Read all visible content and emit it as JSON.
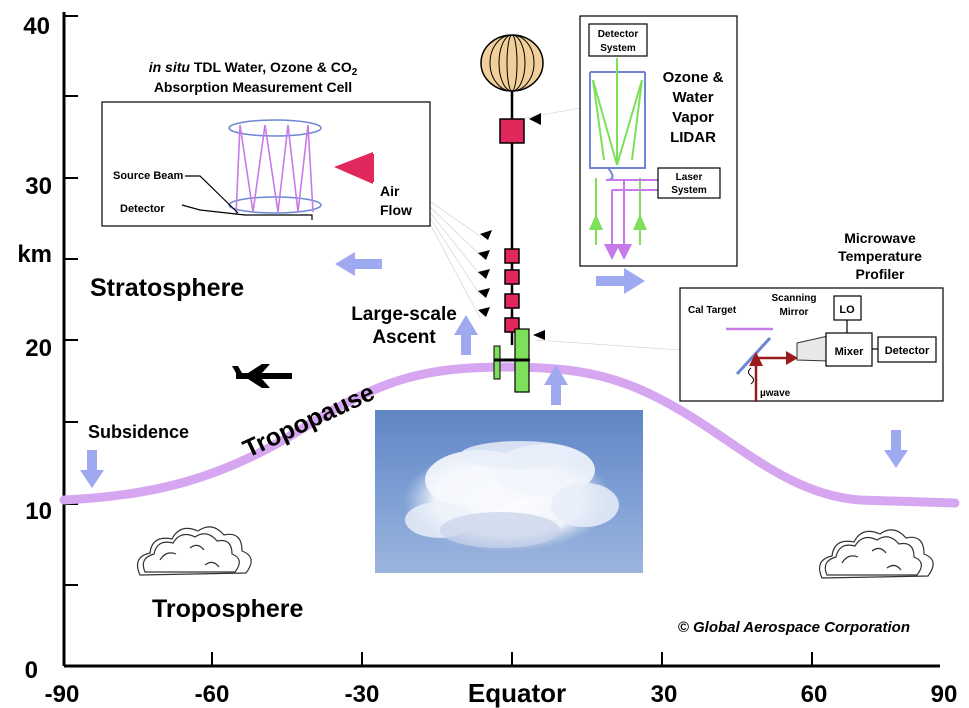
{
  "axes": {
    "y_ticks": [
      "0",
      "10",
      "20",
      "30",
      "40"
    ],
    "y_unit": "km",
    "x_ticks": [
      "-90",
      "-60",
      "-30",
      "Equator",
      "30",
      "60",
      "90"
    ]
  },
  "regions": {
    "stratosphere": "Stratosphere",
    "troposphere": "Troposphere",
    "tropopause": "Tropopause",
    "subsidence": "Subsidence",
    "ascent_line1": "Large-scale",
    "ascent_line2": "Ascent"
  },
  "tdl_cell": {
    "title_italic": "in situ",
    "title_rest": " TDL Water, Ozone & CO",
    "title_sub": "2",
    "title_line2": "Absorption Measurement Cell",
    "source_beam": "Source Beam",
    "detector": "Detector",
    "air": "Air",
    "flow": "Flow"
  },
  "lidar": {
    "detector_line1": "Detector",
    "detector_line2": "System",
    "title_line1": "Ozone &",
    "title_line2": "Water",
    "title_line3": "Vapor",
    "title_line4": "LIDAR",
    "laser_line1": "Laser",
    "laser_line2": "System"
  },
  "microwave": {
    "title_line1": "Microwave",
    "title_line2": "Temperature",
    "title_line3": "Profiler",
    "cal_target": "Cal Target",
    "scanning_line1": "Scanning",
    "scanning_line2": "Mirror",
    "lo": "LO",
    "mixer": "Mixer",
    "detector": "Detector",
    "uwave": "µwave"
  },
  "copyright": "© Global Aerospace Corporation",
  "colors": {
    "tropopause": "#d7a6f0",
    "arrow": "#9fa9ef",
    "payload": "#e0285c",
    "gondola": "#7ee05a",
    "balloon": "#f1cf9a",
    "beam": "#c77be8",
    "lidar_beam": "#7ee05a"
  }
}
